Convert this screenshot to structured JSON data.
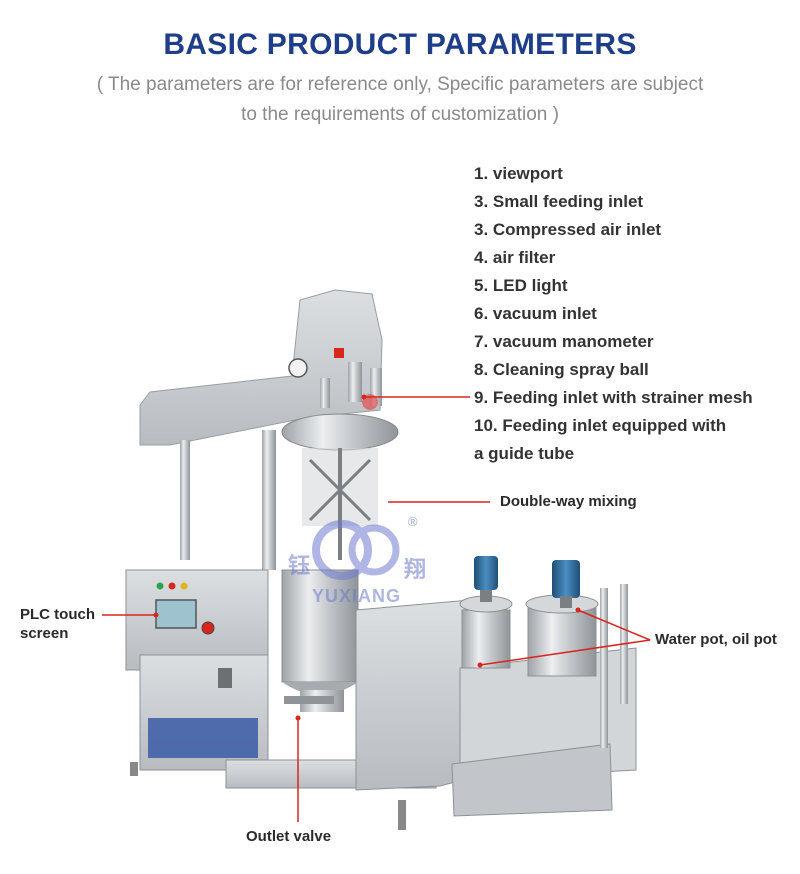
{
  "header": {
    "title": "BASIC PRODUCT PARAMETERS",
    "subtitle": "( The parameters are for reference only, Specific parameters are subject to the requirements of customization )"
  },
  "parameters": [
    "1. viewport",
    "3. Small feeding inlet",
    "3. Compressed air inlet",
    "4. air filter",
    "5. LED light",
    "6. vacuum inlet",
    "7. vacuum manometer",
    "8. Cleaning spray ball",
    "9. Feeding inlet with strainer mesh",
    "10. Feeding inlet equipped with",
    "a guide tube"
  ],
  "callouts": {
    "mixing": "Double-way mixing",
    "plc_line1": "PLC touch",
    "plc_line2": "screen",
    "pots": "Water pot, oil pot",
    "outlet": "Outlet valve"
  },
  "watermark": {
    "brand": "YUXIANG",
    "cn_left": "钰",
    "cn_right": "翔",
    "registered": "®"
  },
  "colors": {
    "title": "#1f3e8a",
    "subtitle": "#8a8a8a",
    "text": "#333333",
    "leader": "#d9251c",
    "steel": "#c9ccd0",
    "motor": "#2f6fa0"
  }
}
